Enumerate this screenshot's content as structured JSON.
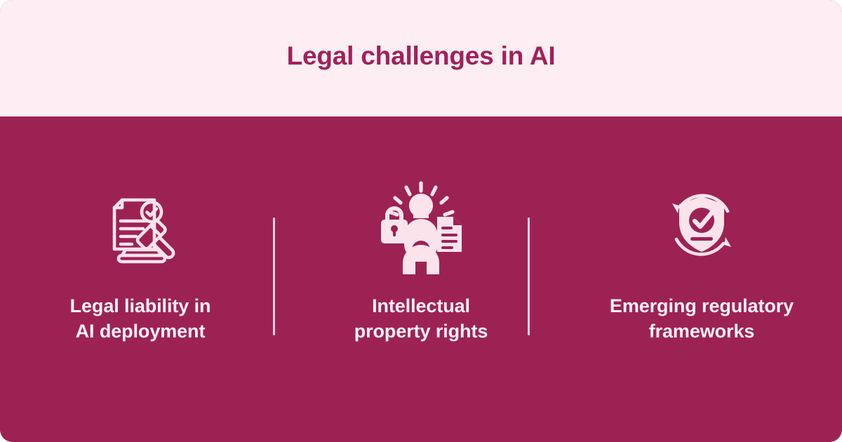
{
  "header": {
    "title": "Legal challenges in AI"
  },
  "theme": {
    "header_background": "#fdeef4",
    "body_background": "#9d2254",
    "title_color": "#a0215a",
    "label_color": "#fdf0f5",
    "divider_color": "#f3cfdd",
    "icon_color": "#fbe3ec"
  },
  "columns": [
    {
      "label": "Legal liability in\nAI deployment",
      "icon": "document-gavel-icon"
    },
    {
      "label": "Intellectual\nproperty rights",
      "icon": "person-idea-lock-document-icon"
    },
    {
      "label": "Emerging regulatory\nframeworks",
      "icon": "shield-check-refresh-icon"
    }
  ],
  "dividers": [
    "column-divider-1",
    "column-divider-2"
  ]
}
